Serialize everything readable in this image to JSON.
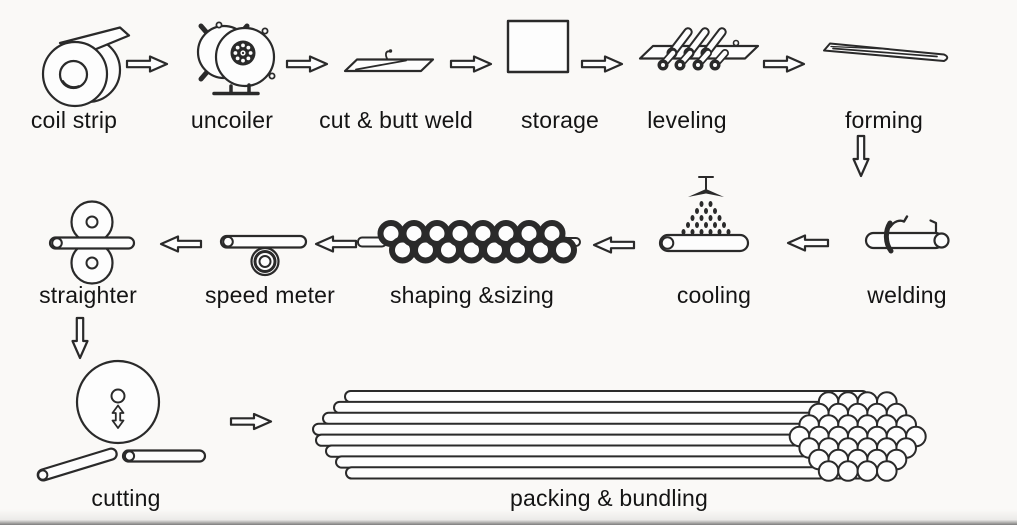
{
  "diagram": {
    "background_color": "#faf9f7",
    "line_color": "#2a2a2a",
    "text_color": "#141414",
    "arrow_style": "hollow-outline-arrow",
    "steps": [
      {
        "label": "coil strip",
        "icon": "coil-roll-icon",
        "row": 1
      },
      {
        "label": "uncoiler",
        "icon": "uncoiler-machine-icon",
        "row": 1
      },
      {
        "label": "cut & butt weld",
        "icon": "strip-weld-seam-icon",
        "row": 1
      },
      {
        "label": "storage",
        "icon": "storage-box-icon",
        "row": 1
      },
      {
        "label": "leveling",
        "icon": "leveling-rollers-icon",
        "row": 1
      },
      {
        "label": "forming",
        "icon": "forming-taper-icon",
        "row": 1
      },
      {
        "label": "welding",
        "icon": "tube-welding-torch-icon",
        "row": 2
      },
      {
        "label": "cooling",
        "icon": "shower-spray-tube-icon",
        "row": 2
      },
      {
        "label": "shaping &sizing",
        "icon": "roller-chain-icon",
        "row": 2
      },
      {
        "label": "speed meter",
        "icon": "tube-speed-roller-icon",
        "row": 2
      },
      {
        "label": "straighter",
        "icon": "pinch-rollers-icon",
        "row": 2
      },
      {
        "label": "cutting",
        "icon": "saw-blade-tubes-icon",
        "row": 3
      },
      {
        "label": "packing & bundling",
        "icon": "tube-bundle-icon",
        "row": 3
      }
    ]
  }
}
